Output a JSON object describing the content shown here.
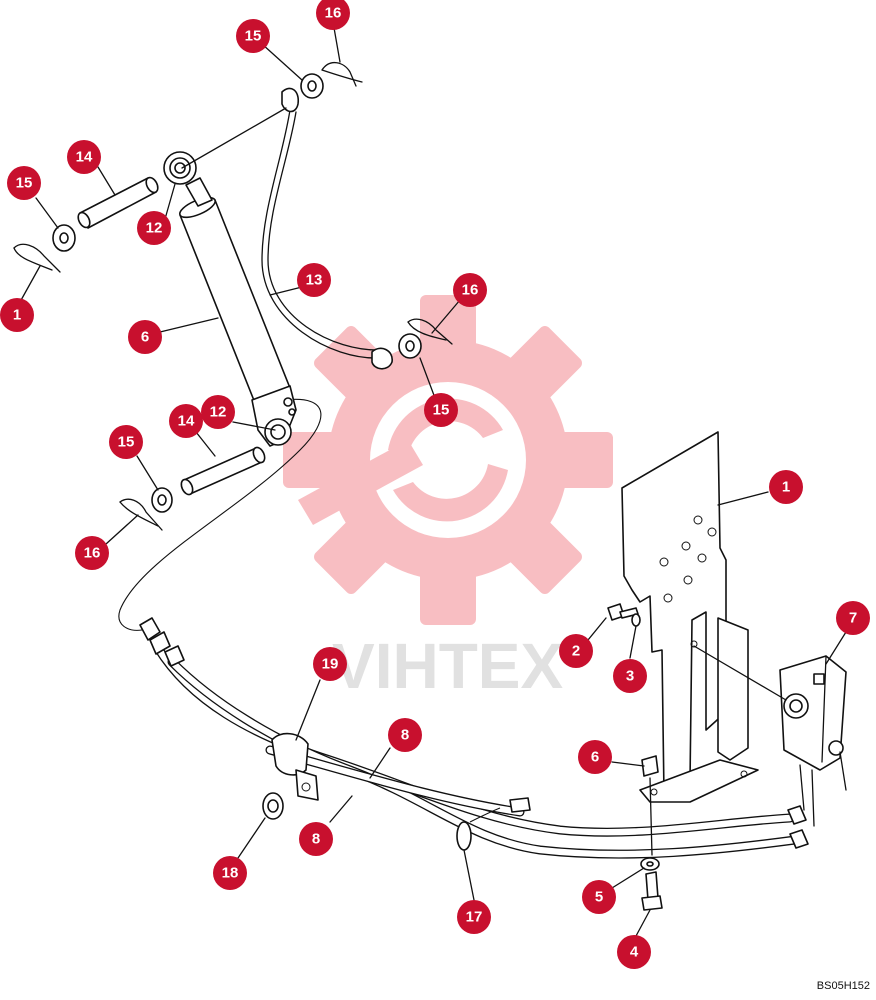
{
  "diagram": {
    "code": "BS05H152",
    "watermark_text": "VIHTEX",
    "colors": {
      "callout": "#c8102e",
      "watermark": "#f5a7ad",
      "line": "#111111"
    },
    "callouts": [
      {
        "id": "c16a",
        "label": "16"
      },
      {
        "id": "c15a",
        "label": "15"
      },
      {
        "id": "c14a",
        "label": "14"
      },
      {
        "id": "c15b",
        "label": "15"
      },
      {
        "id": "c12a",
        "label": "12"
      },
      {
        "id": "c1a",
        "label": "1"
      },
      {
        "id": "c13",
        "label": "13"
      },
      {
        "id": "c6a",
        "label": "6"
      },
      {
        "id": "c16b",
        "label": "16"
      },
      {
        "id": "c15c",
        "label": "15"
      },
      {
        "id": "c14b",
        "label": "14"
      },
      {
        "id": "c12b",
        "label": "12"
      },
      {
        "id": "c15d",
        "label": "15"
      },
      {
        "id": "c16c",
        "label": "16"
      },
      {
        "id": "c1b",
        "label": "1"
      },
      {
        "id": "c7",
        "label": "7"
      },
      {
        "id": "c2",
        "label": "2"
      },
      {
        "id": "c3",
        "label": "3"
      },
      {
        "id": "c19",
        "label": "19"
      },
      {
        "id": "c8a",
        "label": "8"
      },
      {
        "id": "c6b",
        "label": "6"
      },
      {
        "id": "c8b",
        "label": "8"
      },
      {
        "id": "c18",
        "label": "18"
      },
      {
        "id": "c5",
        "label": "5"
      },
      {
        "id": "c17",
        "label": "17"
      },
      {
        "id": "c4",
        "label": "4"
      }
    ]
  }
}
